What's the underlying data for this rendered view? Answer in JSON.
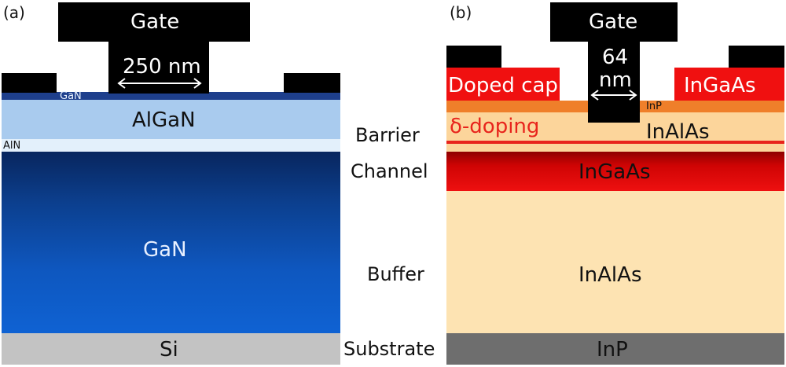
{
  "panel_a": {
    "label": "(a)",
    "gate_label": "Gate",
    "gate_length": "250 nm",
    "layers": {
      "gan_cap": "GaN",
      "barrier": "AlGaN",
      "spacer": "AlN",
      "channel_buffer": "GaN",
      "substrate": "Si"
    }
  },
  "panel_b": {
    "label": "(b)",
    "gate_label": "Gate",
    "gate_length_value": "64",
    "gate_length_unit": "nm",
    "layers": {
      "cap_left": "Doped cap",
      "cap_right": "InGaAs",
      "etch_stop": "InP",
      "delta_doping": "δ-doping",
      "barrier": "InAlAs",
      "channel": "InGaAs",
      "buffer": "InAlAs",
      "substrate": "InP"
    }
  },
  "layer_roles": {
    "barrier": "Barrier",
    "channel": "Channel",
    "buffer": "Buffer",
    "substrate": "Substrate"
  }
}
